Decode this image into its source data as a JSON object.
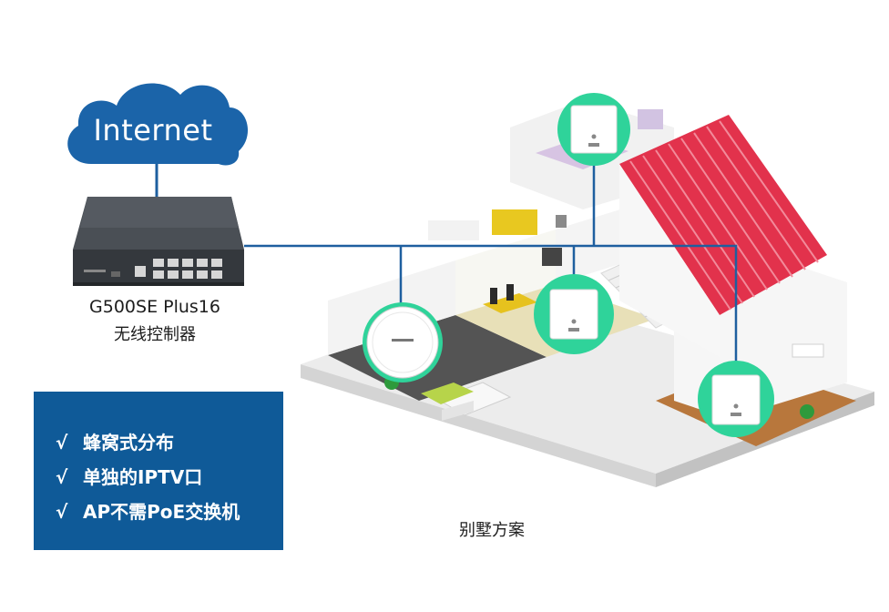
{
  "internet": {
    "label": "Internet"
  },
  "controller": {
    "model": "G500SE Plus16",
    "description": "无线控制器"
  },
  "features": {
    "check_symbol": "√",
    "items": [
      "蜂窝式分布",
      "单独的IPTV口",
      "AP不需PoE交换机"
    ]
  },
  "scene": {
    "label": "别墅方案"
  },
  "colors": {
    "cloud": "#1b64a9",
    "link": "#1e5f9f",
    "ap_ring": "#2fd39a",
    "feature_bg": "#0f5a98",
    "roof": "#e2324c",
    "switch_body": "#3a3e44"
  },
  "icons": [
    "cloud-icon",
    "controller-switch-icon",
    "ceiling-ap-icon",
    "wall-ap-icon",
    "villa-illustration"
  ]
}
